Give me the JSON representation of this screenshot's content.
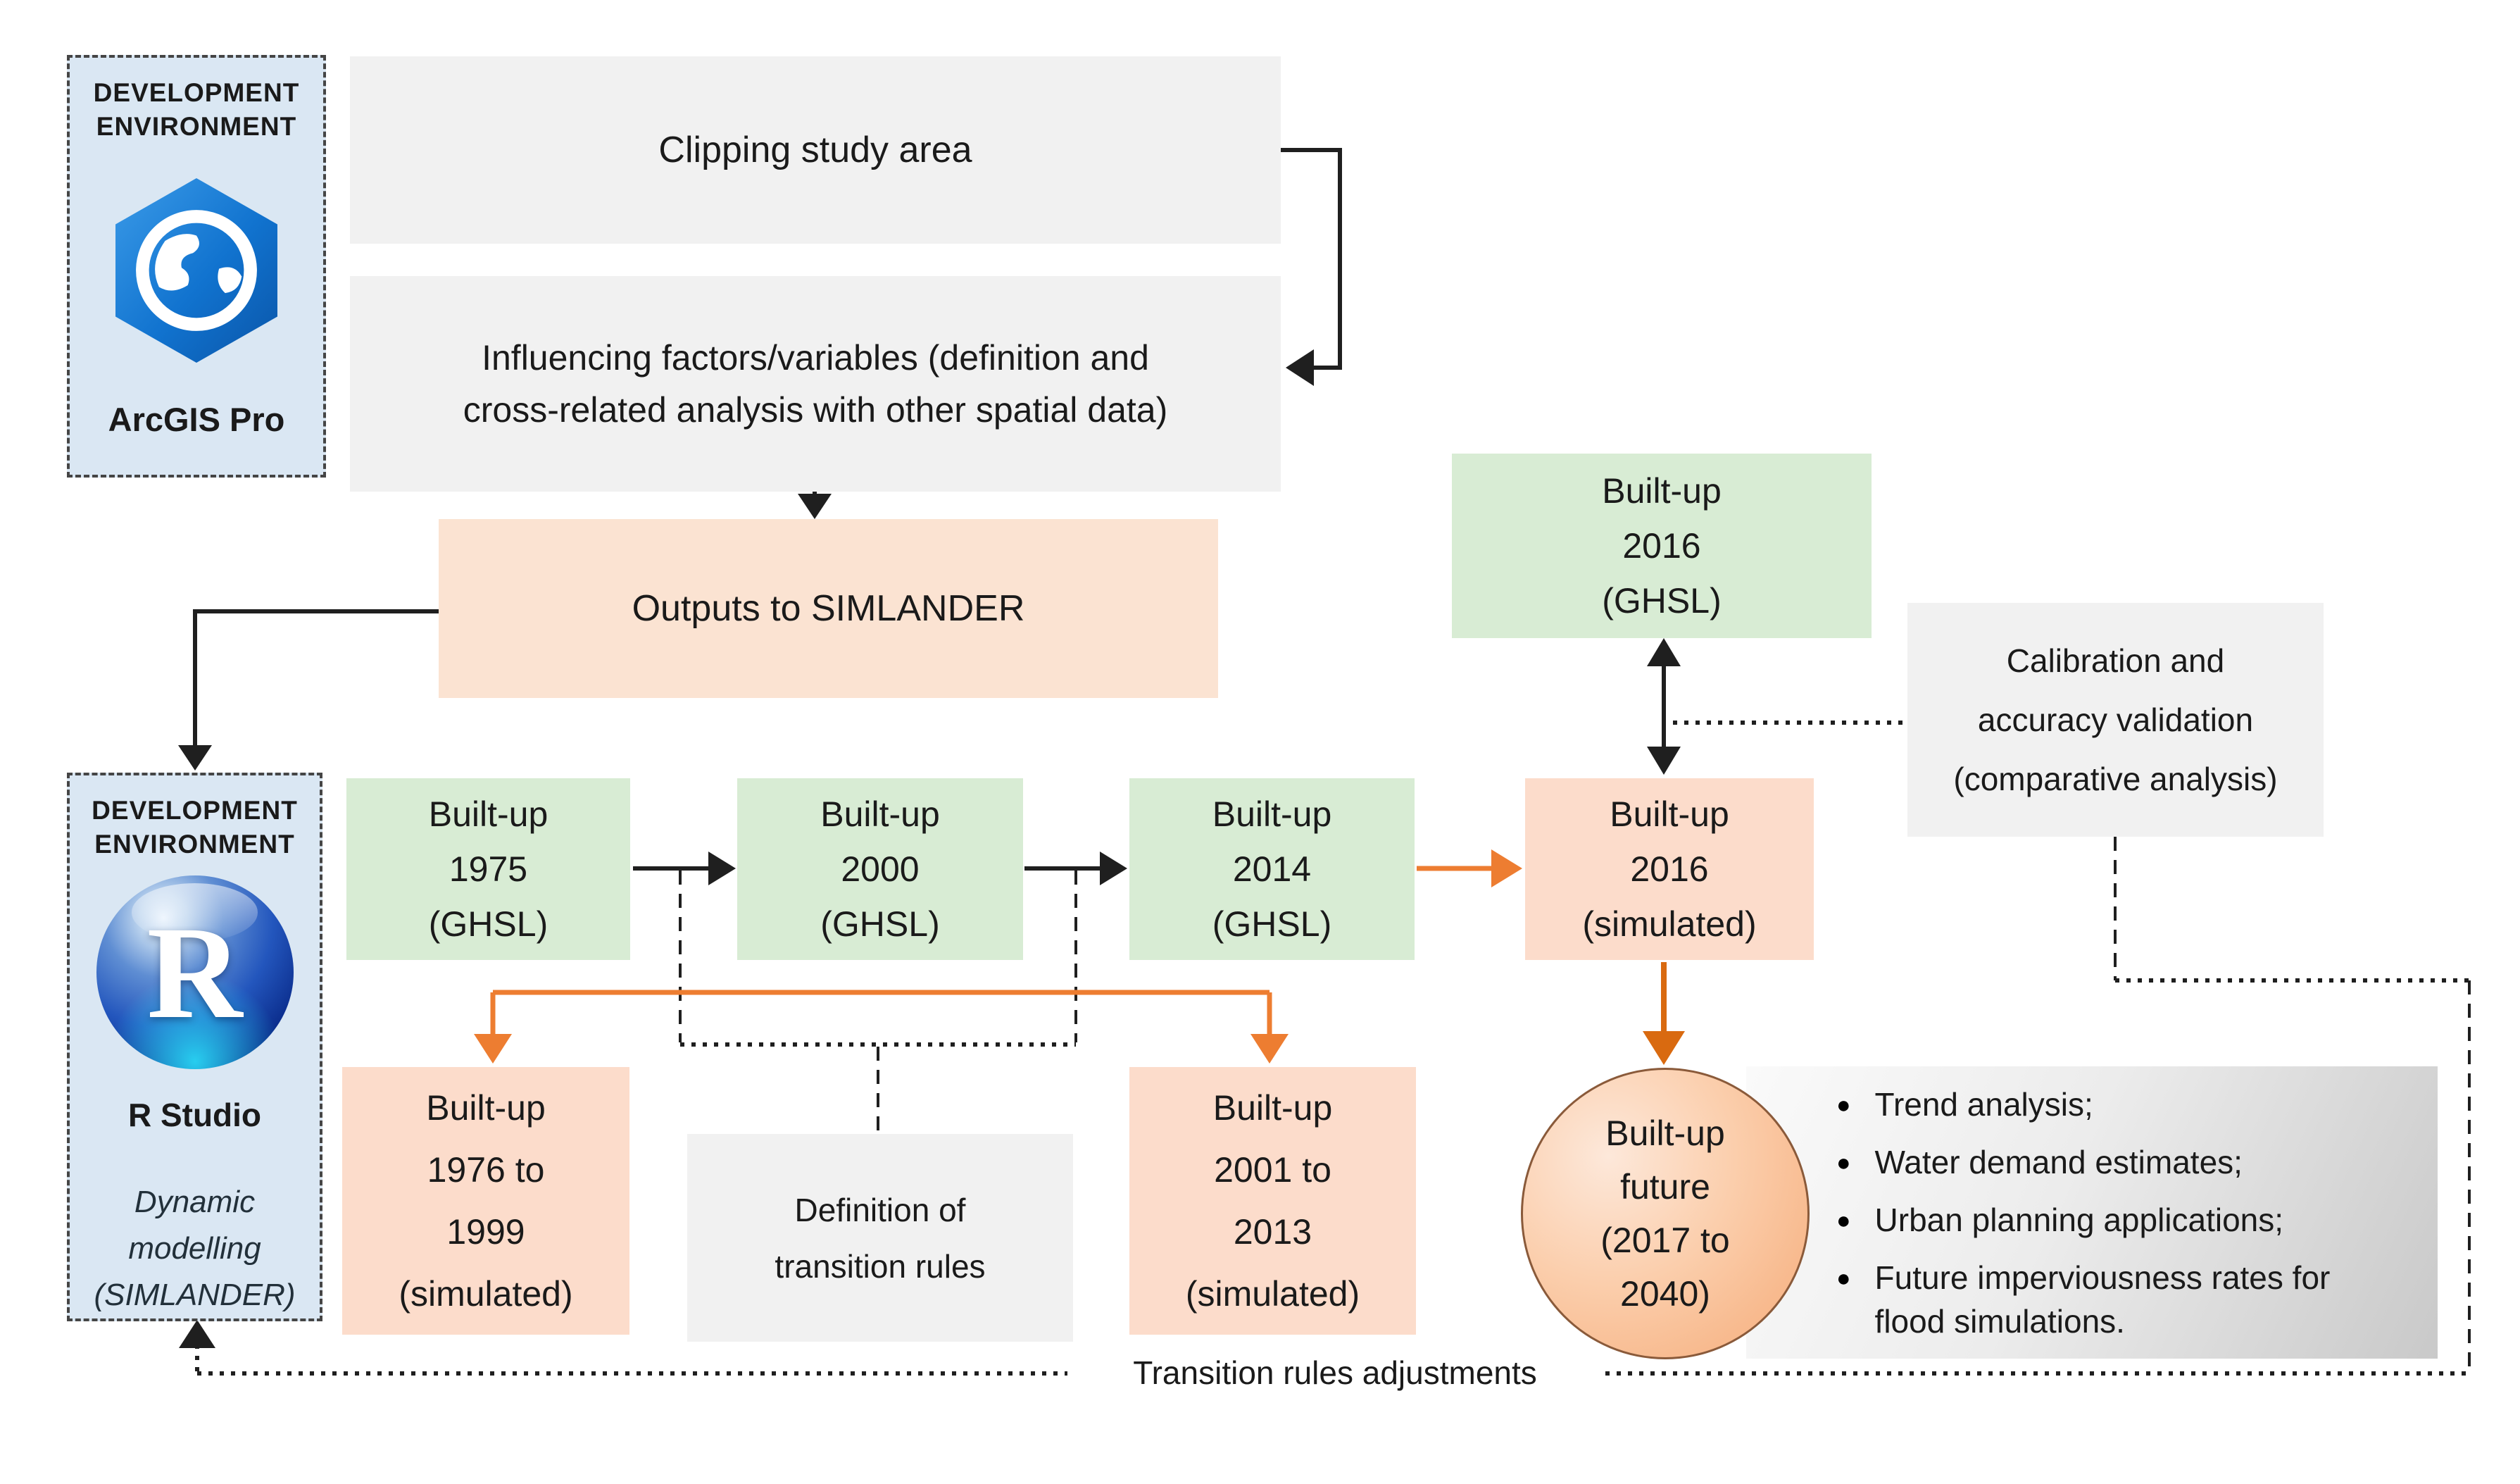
{
  "environments": {
    "arcgis": {
      "header": [
        "DEVELOPMENT",
        "ENVIRONMENT"
      ],
      "name": "ArcGIS Pro",
      "icon": "arcgis-pro-hexagon-globe-icon"
    },
    "rstudio": {
      "header": [
        "DEVELOPMENT",
        "ENVIRONMENT"
      ],
      "name": "R Studio",
      "subtitle": [
        "Dynamic",
        "modelling",
        "(SIMLANDER)"
      ],
      "icon": "r-studio-sphere-icon"
    }
  },
  "nodes": {
    "clipping": {
      "label": "Clipping study area"
    },
    "influencing": {
      "lines": [
        "Influencing factors/variables (definition and",
        "cross-related analysis with other spatial data)"
      ]
    },
    "outputs": {
      "label": "Outputs to SIMLANDER"
    },
    "bu2016ghsl": {
      "lines": [
        "Built-up",
        "2016",
        "(GHSL)"
      ]
    },
    "calibration": {
      "lines": [
        "Calibration and",
        "accuracy validation",
        "(comparative analysis)"
      ]
    },
    "bu1975": {
      "lines": [
        "Built-up",
        "1975",
        "(GHSL)"
      ]
    },
    "bu2000": {
      "lines": [
        "Built-up",
        "2000",
        "(GHSL)"
      ]
    },
    "bu2014": {
      "lines": [
        "Built-up",
        "2014",
        "(GHSL)"
      ]
    },
    "bu2016sim": {
      "lines": [
        "Built-up",
        "2016",
        "(simulated)"
      ]
    },
    "bu7699": {
      "lines": [
        "Built-up",
        "1976 to",
        "1999",
        "(simulated)"
      ]
    },
    "definition": {
      "lines": [
        "Definition of",
        "transition rules"
      ]
    },
    "bu0113": {
      "lines": [
        "Built-up",
        "2001 to",
        "2013",
        "(simulated)"
      ]
    },
    "future": {
      "lines": [
        "Built-up",
        "future",
        "(2017 to",
        "2040)"
      ]
    }
  },
  "applications": {
    "items": [
      "Trend analysis;",
      "Water demand estimates;",
      "Urban planning applications;",
      "Future imperviousness rates for flood simulations."
    ]
  },
  "feedback_label": "Transition rules adjustments",
  "colors": {
    "environment_fill": "#dae7f3",
    "ghsl_green": "#d8ecd4",
    "simulated_peach": "#fcdccb",
    "outputs_peach": "#fbe3d2",
    "process_gray": "#f1f1f1",
    "orange_accent": "#ed7d31",
    "dark_orange_accent": "#d96a10",
    "line_black": "#1f1f1f"
  }
}
